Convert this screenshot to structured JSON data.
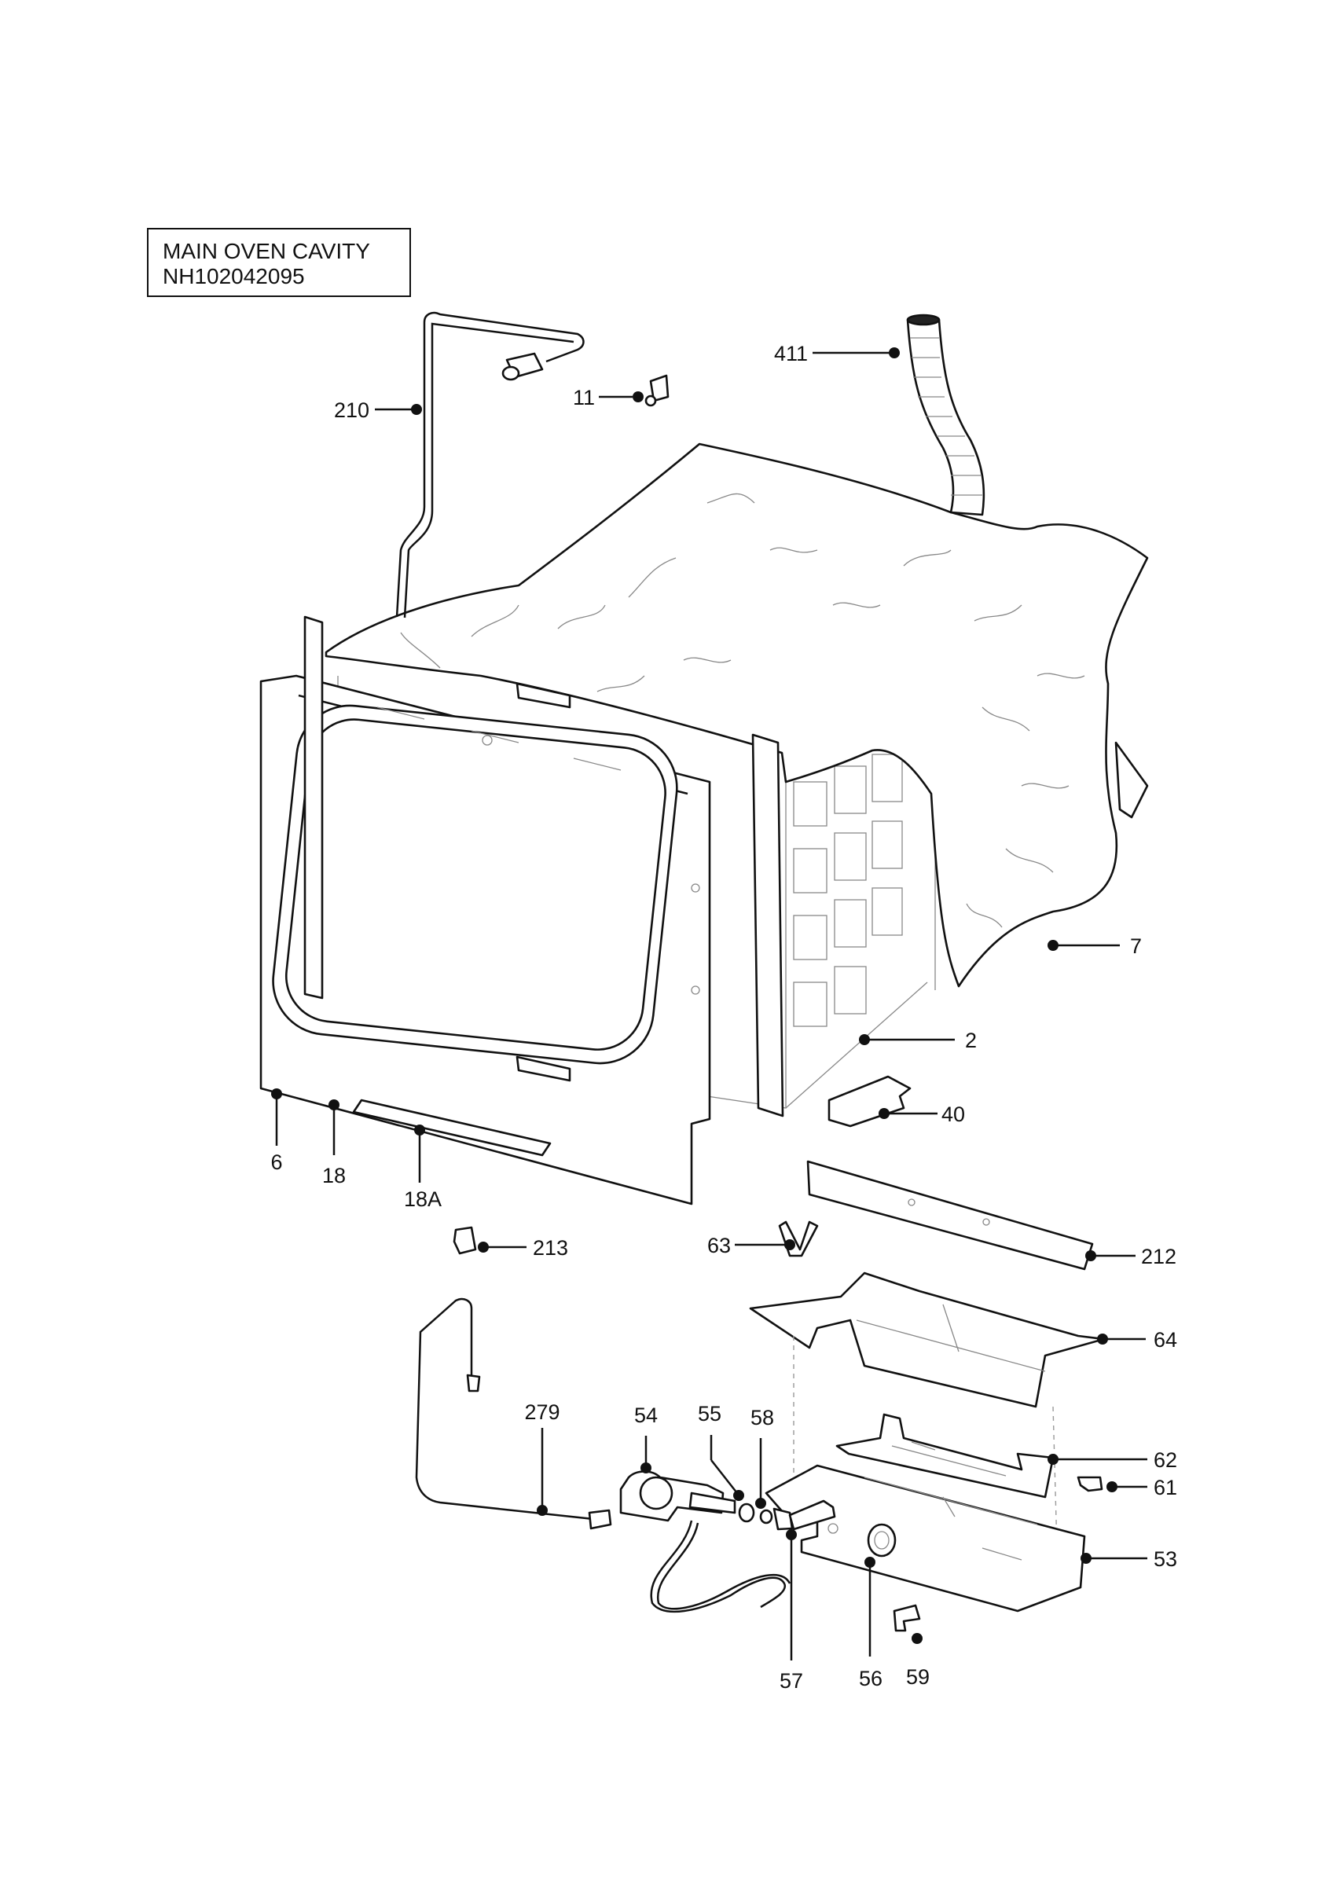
{
  "title": {
    "line1": "MAIN OVEN CAVITY",
    "line2": "NH102042095"
  },
  "callouts": [
    {
      "id": "c210",
      "label": "210"
    },
    {
      "id": "c11",
      "label": "11"
    },
    {
      "id": "c411",
      "label": "411"
    },
    {
      "id": "c7",
      "label": "7"
    },
    {
      "id": "c2",
      "label": "2"
    },
    {
      "id": "c40",
      "label": "40"
    },
    {
      "id": "c6",
      "label": "6"
    },
    {
      "id": "c18",
      "label": "18"
    },
    {
      "id": "c18A",
      "label": "18A"
    },
    {
      "id": "c213",
      "label": "213"
    },
    {
      "id": "c63",
      "label": "63"
    },
    {
      "id": "c212",
      "label": "212"
    },
    {
      "id": "c64",
      "label": "64"
    },
    {
      "id": "c279",
      "label": "279"
    },
    {
      "id": "c54",
      "label": "54"
    },
    {
      "id": "c55",
      "label": "55"
    },
    {
      "id": "c58",
      "label": "58"
    },
    {
      "id": "c62",
      "label": "62"
    },
    {
      "id": "c61",
      "label": "61"
    },
    {
      "id": "c53",
      "label": "53"
    },
    {
      "id": "c57",
      "label": "57"
    },
    {
      "id": "c56",
      "label": "56"
    },
    {
      "id": "c59",
      "label": "59"
    }
  ]
}
